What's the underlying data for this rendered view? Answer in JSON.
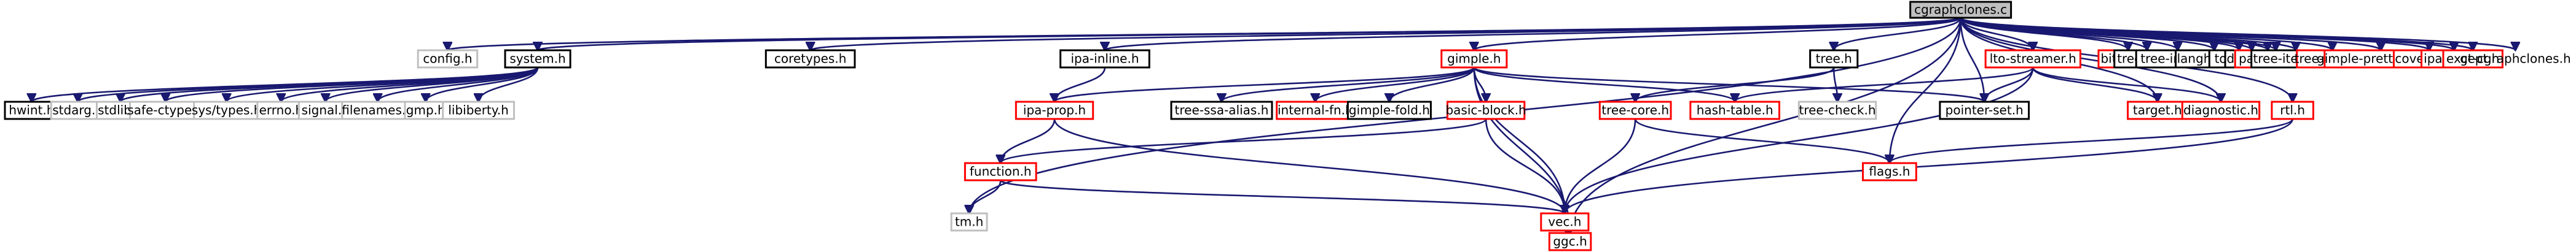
{
  "graph": {
    "colors": {
      "edge": "#191970",
      "root_fill": "#bfbfbf",
      "root_stroke": "#000000",
      "node_fill": "#ffffff",
      "node_stroke_default": "#000000",
      "node_stroke_missing": "#ff0000",
      "node_stroke_unlinked": "#bfbfbf",
      "text": "#000000"
    },
    "nodes": [
      {
        "id": "root",
        "label": "cgraphclones.c",
        "kind": "root"
      },
      {
        "id": "config",
        "label": "config.h",
        "kind": "unlinked"
      },
      {
        "id": "system",
        "label": "system.h",
        "kind": "default"
      },
      {
        "id": "coretypes",
        "label": "coretypes.h",
        "kind": "default"
      },
      {
        "id": "ipainline",
        "label": "ipa-inline.h",
        "kind": "default"
      },
      {
        "id": "gimple",
        "label": "gimple.h",
        "kind": "missing"
      },
      {
        "id": "tree",
        "label": "tree.h",
        "kind": "default"
      },
      {
        "id": "ltostreamer",
        "label": "lto-streamer.h",
        "kind": "missing"
      },
      {
        "id": "bitmap",
        "label": "bitmap.h",
        "kind": "missing"
      },
      {
        "id": "treecfg",
        "label": "tree-cfg.h",
        "kind": "default"
      },
      {
        "id": "treeinline",
        "label": "tree-inline.h",
        "kind": "default"
      },
      {
        "id": "langhooks",
        "label": "langhooks.h",
        "kind": "default"
      },
      {
        "id": "toplev",
        "label": "toplev.h",
        "kind": "default"
      },
      {
        "id": "debug",
        "label": "debug.h",
        "kind": "default"
      },
      {
        "id": "params",
        "label": "params.h",
        "kind": "missing"
      },
      {
        "id": "intl",
        "label": "intl.h",
        "kind": "default"
      },
      {
        "id": "treeiterator",
        "label": "tree-iterator.h",
        "kind": "default"
      },
      {
        "id": "treedump",
        "label": "tree-dump.h",
        "kind": "missing"
      },
      {
        "id": "gimpleprettyprint",
        "label": "gimple-pretty-print.h",
        "kind": "missing"
      },
      {
        "id": "coverage",
        "label": "coverage.h",
        "kind": "missing"
      },
      {
        "id": "ipautils",
        "label": "ipa-utils.h",
        "kind": "missing"
      },
      {
        "id": "except",
        "label": "except.h",
        "kind": "missing"
      },
      {
        "id": "gtcgraphclones",
        "label": "gt-cgraphclones.h",
        "kind": "plain"
      },
      {
        "id": "hwint",
        "label": "hwint.h",
        "kind": "default"
      },
      {
        "id": "stdarg",
        "label": "stdarg.h",
        "kind": "unlinked"
      },
      {
        "id": "stdlib",
        "label": "stdlib.h",
        "kind": "unlinked"
      },
      {
        "id": "safectype",
        "label": "safe-ctype.h",
        "kind": "unlinked"
      },
      {
        "id": "systypes",
        "label": "sys/types.h",
        "kind": "unlinked"
      },
      {
        "id": "errno",
        "label": "errno.h",
        "kind": "unlinked"
      },
      {
        "id": "signal",
        "label": "signal.h",
        "kind": "unlinked"
      },
      {
        "id": "filenames",
        "label": "filenames.h",
        "kind": "unlinked"
      },
      {
        "id": "gmp",
        "label": "gmp.h",
        "kind": "unlinked"
      },
      {
        "id": "libiberty",
        "label": "libiberty.h",
        "kind": "unlinked"
      },
      {
        "id": "ipaprop",
        "label": "ipa-prop.h",
        "kind": "missing"
      },
      {
        "id": "treessaalias",
        "label": "tree-ssa-alias.h",
        "kind": "default"
      },
      {
        "id": "internalfn",
        "label": "internal-fn.h",
        "kind": "missing"
      },
      {
        "id": "gimplefold",
        "label": "gimple-fold.h",
        "kind": "default"
      },
      {
        "id": "basicblock",
        "label": "basic-block.h",
        "kind": "missing"
      },
      {
        "id": "treecore",
        "label": "tree-core.h",
        "kind": "missing"
      },
      {
        "id": "hashtable",
        "label": "hash-table.h",
        "kind": "missing"
      },
      {
        "id": "treecheck",
        "label": "tree-check.h",
        "kind": "unlinked"
      },
      {
        "id": "pointerset",
        "label": "pointer-set.h",
        "kind": "default"
      },
      {
        "id": "target",
        "label": "target.h",
        "kind": "missing"
      },
      {
        "id": "diagnostic",
        "label": "diagnostic.h",
        "kind": "missing"
      },
      {
        "id": "rtl",
        "label": "rtl.h",
        "kind": "missing"
      },
      {
        "id": "function",
        "label": "function.h",
        "kind": "missing"
      },
      {
        "id": "flags",
        "label": "flags.h",
        "kind": "missing"
      },
      {
        "id": "tm",
        "label": "tm.h",
        "kind": "unlinked"
      },
      {
        "id": "vec",
        "label": "vec.h",
        "kind": "missing"
      },
      {
        "id": "ggc",
        "label": "ggc.h",
        "kind": "missing"
      }
    ],
    "edges": [
      [
        "root",
        "config"
      ],
      [
        "root",
        "system"
      ],
      [
        "root",
        "coretypes"
      ],
      [
        "root",
        "ipainline"
      ],
      [
        "root",
        "gimple"
      ],
      [
        "root",
        "tree"
      ],
      [
        "root",
        "ltostreamer"
      ],
      [
        "root",
        "bitmap"
      ],
      [
        "root",
        "treecfg"
      ],
      [
        "root",
        "treeinline"
      ],
      [
        "root",
        "langhooks"
      ],
      [
        "root",
        "toplev"
      ],
      [
        "root",
        "debug"
      ],
      [
        "root",
        "params"
      ],
      [
        "root",
        "intl"
      ],
      [
        "root",
        "treeiterator"
      ],
      [
        "root",
        "treedump"
      ],
      [
        "root",
        "gimpleprettyprint"
      ],
      [
        "root",
        "coverage"
      ],
      [
        "root",
        "ipautils"
      ],
      [
        "root",
        "except"
      ],
      [
        "root",
        "gtcgraphclones"
      ],
      [
        "root",
        "tm"
      ],
      [
        "root",
        "flags"
      ],
      [
        "root",
        "target"
      ],
      [
        "root",
        "diagnostic"
      ],
      [
        "root",
        "rtl"
      ],
      [
        "root",
        "pointerset"
      ],
      [
        "root",
        "ggc"
      ],
      [
        "system",
        "hwint"
      ],
      [
        "system",
        "stdarg"
      ],
      [
        "system",
        "stdlib"
      ],
      [
        "system",
        "safectype"
      ],
      [
        "system",
        "systypes"
      ],
      [
        "system",
        "errno"
      ],
      [
        "system",
        "signal"
      ],
      [
        "system",
        "filenames"
      ],
      [
        "system",
        "gmp"
      ],
      [
        "system",
        "libiberty"
      ],
      [
        "ipainline",
        "ipaprop"
      ],
      [
        "gimple",
        "treessaalias"
      ],
      [
        "gimple",
        "internalfn"
      ],
      [
        "gimple",
        "gimplefold"
      ],
      [
        "gimple",
        "basicblock"
      ],
      [
        "gimple",
        "hashtable"
      ],
      [
        "gimple",
        "vec"
      ],
      [
        "gimple",
        "pointerset"
      ],
      [
        "gimple",
        "ggc"
      ],
      [
        "gimple",
        "ipaprop"
      ],
      [
        "tree",
        "treecore"
      ],
      [
        "tree",
        "treecheck"
      ],
      [
        "ltostreamer",
        "hashtable"
      ],
      [
        "ltostreamer",
        "target"
      ],
      [
        "ltostreamer",
        "diagnostic"
      ],
      [
        "ltostreamer",
        "vec"
      ],
      [
        "ltostreamer",
        "pointerset"
      ],
      [
        "ipaprop",
        "function"
      ],
      [
        "ipaprop",
        "vec"
      ],
      [
        "basicblock",
        "function"
      ],
      [
        "basicblock",
        "vec"
      ],
      [
        "treecore",
        "flags"
      ],
      [
        "treecore",
        "vec"
      ],
      [
        "rtl",
        "flags"
      ],
      [
        "rtl",
        "vec"
      ],
      [
        "function",
        "tm"
      ],
      [
        "function",
        "vec"
      ],
      [
        "vec",
        "ggc"
      ]
    ]
  }
}
